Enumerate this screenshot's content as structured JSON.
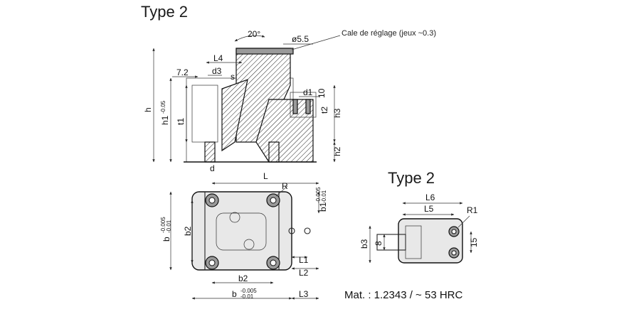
{
  "titles": {
    "side_view": "Type 2",
    "top_view_2": "Type 2"
  },
  "note": {
    "shim": "Cale de réglage (jeux ~0.3)"
  },
  "material": "Mat. : 1.2343 / ~ 53 HRC",
  "dimensions": {
    "angle": "20°",
    "diameter": "ø5.5",
    "L4": "L4",
    "d3": "d3",
    "s": "s",
    "d1": "d1",
    "ten": "10",
    "t2": "t2",
    "h3": "h3",
    "h2": "h2",
    "h": "h",
    "h1": "h1",
    "h1_tol": "-0.05",
    "t1": "t1",
    "d": "d",
    "seven_two": "7.2",
    "L": "L",
    "R": "R",
    "b1": "b1",
    "b1_tol_top": "-0.005",
    "b1_tol_bot": "-0.01",
    "b": "b",
    "b_tol_top": "-0.005",
    "b_tol_bot": "-0.01",
    "b2_left": "b2",
    "b2_bottom": "b2",
    "b_bottom": "b",
    "b_bottom_tol_top": "-0.005",
    "b_bottom_tol_bot": "-0.01",
    "L1": "L1",
    "L2": "L2",
    "L3": "L3",
    "L6": "L6",
    "L5": "L5",
    "R1": "R1",
    "b3": "b3",
    "eight": "8",
    "fifteen": "15"
  }
}
